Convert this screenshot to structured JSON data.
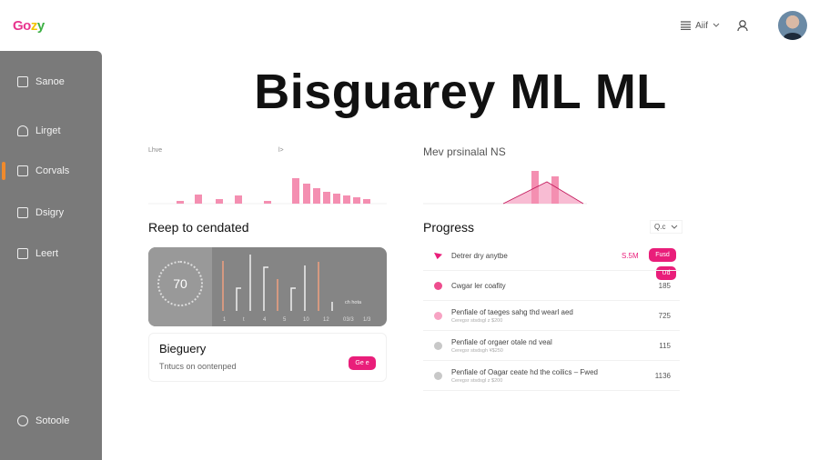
{
  "app": {
    "logo": [
      "G",
      "o",
      "z",
      "y"
    ],
    "title": "Bisguarey ML ML"
  },
  "topbar": {
    "menu_label": "Aiif",
    "menu_icon": "list-icon",
    "user_icon": "user-icon"
  },
  "sidebar": {
    "items": [
      {
        "label": "Sanoe",
        "icon": "layout-icon"
      },
      {
        "label": "Lirget",
        "icon": "tag-icon"
      },
      {
        "label": "Corvals",
        "icon": "chart-icon",
        "active": true
      },
      {
        "label": "Dsigry",
        "icon": "grid-icon"
      },
      {
        "label": "Leert",
        "icon": "book-icon"
      },
      {
        "label": "Sotoole",
        "icon": "settings-icon"
      }
    ],
    "active_color": "#f08a2c"
  },
  "charts": {
    "left_label_a": "Lhve",
    "left_label_b": "l>",
    "left_bars": [
      3,
      10,
      5,
      9,
      3,
      28,
      22,
      17,
      13,
      11,
      9,
      7,
      5
    ],
    "right_label": "Mev prsinalal NS",
    "right_bars": [
      36,
      30
    ],
    "accent": "#f48fb1"
  },
  "panel": {
    "heading": "Reep to cendated",
    "gauge_value": "70",
    "lines": [
      {
        "h": 55,
        "c": "orange"
      },
      {
        "h": 25,
        "c": "white"
      },
      {
        "h": 62,
        "c": "white"
      },
      {
        "h": 48,
        "c": "white"
      },
      {
        "h": 35,
        "c": "orange"
      },
      {
        "h": 25,
        "c": "white"
      },
      {
        "h": 50,
        "c": "white"
      },
      {
        "h": 54,
        "c": "orange"
      },
      {
        "h": 10,
        "c": "white"
      }
    ],
    "ticks": [
      "1",
      "t",
      "4",
      "5",
      "10",
      "12",
      "03/3",
      "1/3"
    ],
    "line_note": "ch hota",
    "card_title": "Bieguery",
    "card_text": "Tntucs on oontenped",
    "card_button": "Ge e"
  },
  "progress": {
    "heading": "Progress",
    "filter": "Q.c",
    "accent": "#e91e7a",
    "header_value": "S.5M",
    "header_button": "Fusd",
    "second_button": "Ud",
    "rows": [
      {
        "text": "Detrer dry anytbe",
        "sub": "",
        "value": "",
        "icon": "send-icon",
        "color": "#e91e7a"
      },
      {
        "text": "Cwgar ler coafity",
        "sub": "",
        "value": "185",
        "icon": "dot-icon",
        "color": "#ee4d8e"
      },
      {
        "text": "Penfiale of taeges sahg thd wearl aed",
        "sub": "Ceregsr stsdsgl z $200",
        "value": "725",
        "icon": "dot-icon",
        "color": "#f7a3c3"
      },
      {
        "text": "Penfiale of orgaer otale nd veal",
        "sub": "Ceregsr stsdsgh ¥$250",
        "value": "115",
        "icon": "dot-icon",
        "color": "#c8c8c8"
      },
      {
        "text": "Penfiale of Oagar ceate hd the coilics – Fwed",
        "sub": "Ceregsr stsdsgl z $200",
        "value": "1136",
        "icon": "dot-icon",
        "color": "#c8c8c8"
      }
    ]
  }
}
